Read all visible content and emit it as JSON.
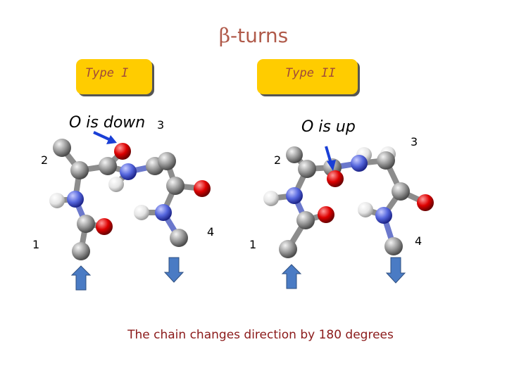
{
  "title": {
    "symbol": "β",
    "text": "-turns"
  },
  "type1": {
    "label": "Type I",
    "o_label": "O is down"
  },
  "type2": {
    "label": "Type II",
    "o_label": "O is up"
  },
  "residue_numbers": {
    "one": "1",
    "two": "2",
    "three": "3",
    "four": "4"
  },
  "caption": "The chain changes direction by 180 degrees",
  "colors": {
    "title": "#b05a4a",
    "box_fill": "#ffcc00",
    "carbon": "#9a9a9a",
    "nitrogen": "#5566dd",
    "oxygen": "#dd0000",
    "hydrogen": "#eeeeee",
    "arrow": "#4a7bc4",
    "pointer_arrow": "#1a3fd6",
    "caption": "#8b1a1a"
  }
}
